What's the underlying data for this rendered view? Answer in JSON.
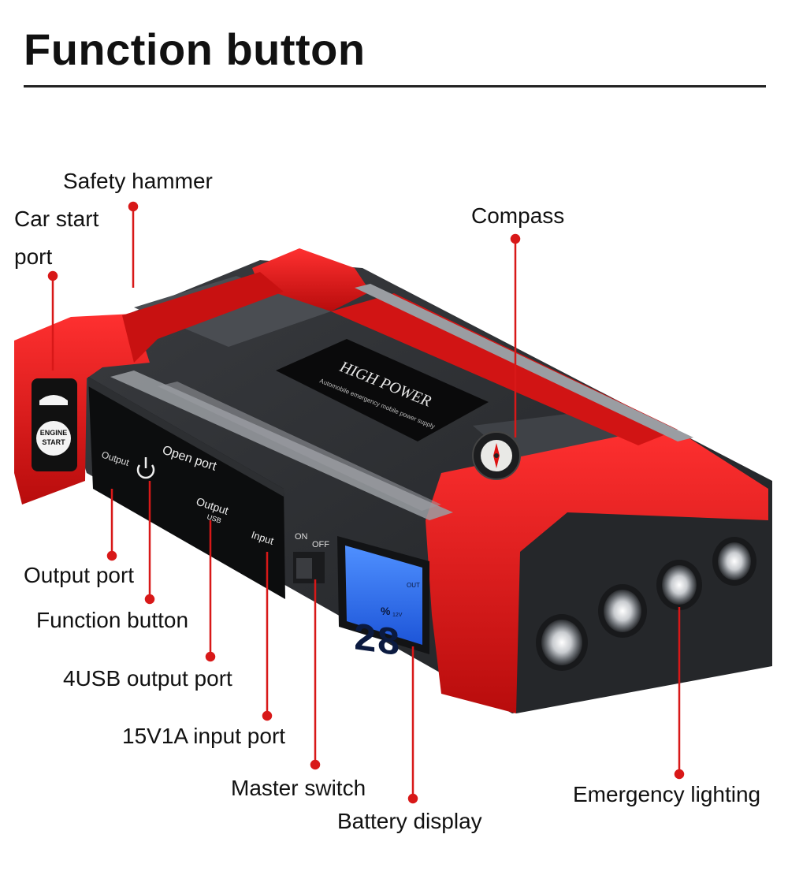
{
  "header": {
    "title": "Function button"
  },
  "callouts": {
    "safety_hammer": "Safety hammer",
    "car_start_line1": "Car start",
    "car_start_line2": "port",
    "compass": "Compass",
    "output_port": "Output port",
    "function_button": "Function button",
    "usb_output": "4USB output port",
    "input_port": "15V1A input port",
    "master_switch": "Master switch",
    "battery_display": "Battery display",
    "emergency_lighting": "Emergency lighting"
  },
  "device": {
    "brand": "HIGH POWER",
    "tagline": "Automobile emergency mobile power supply",
    "engine_button_line1": "ENGINE",
    "engine_button_line2": "START",
    "panel_output": "Output",
    "panel_open_port": "Open port",
    "panel_output_usb_1": "Output",
    "panel_output_usb_2": "USB",
    "panel_input": "Input",
    "switch_on": "ON",
    "switch_off": "OFF",
    "lcd_value": "28",
    "lcd_unit": "%",
    "lcd_out": "OUT",
    "lcd_voltage": "12V"
  },
  "colors": {
    "accent_red": "#e01414",
    "body_dark": "#2b2d30",
    "lcd_blue": "#2c6ef2",
    "callout_dot": "#d81818"
  }
}
